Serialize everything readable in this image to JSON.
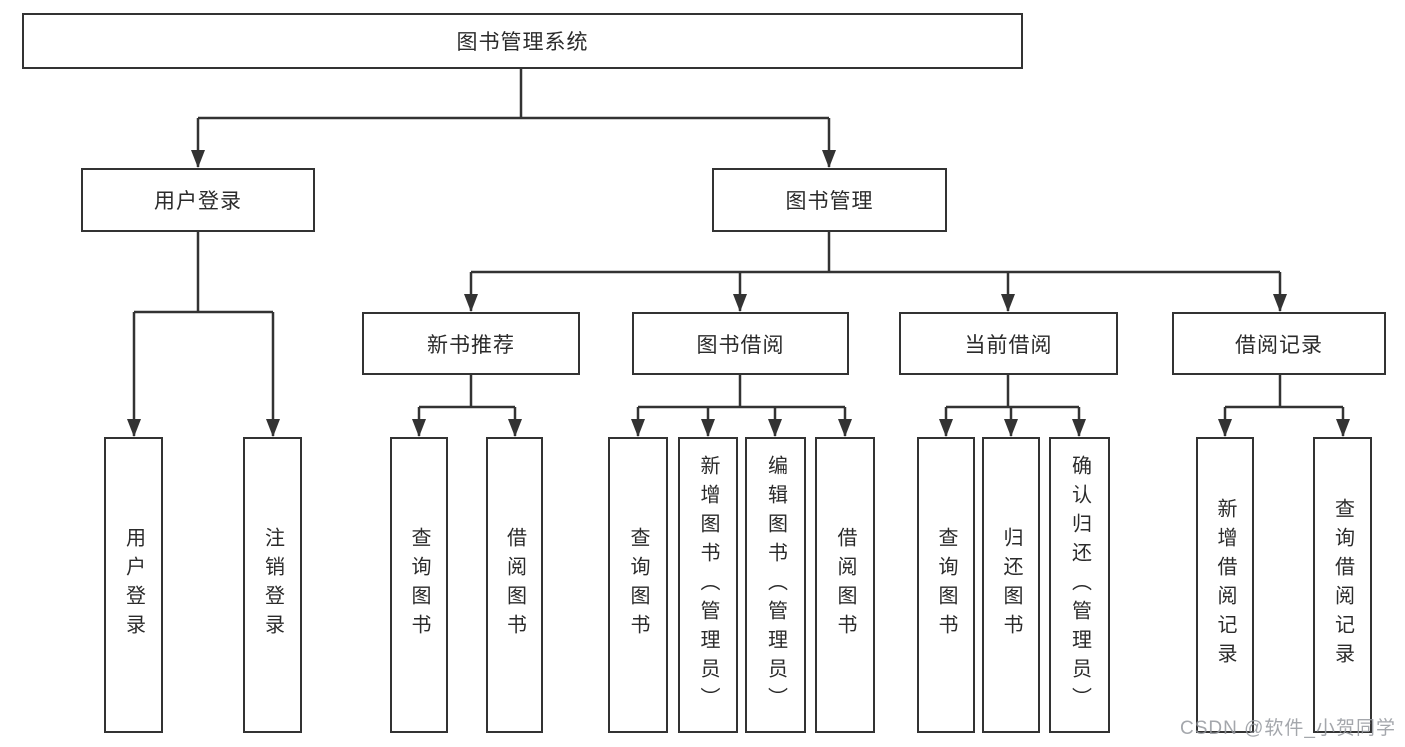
{
  "diagram": {
    "root_label": "图书管理系统",
    "level2": [
      "用户登录",
      "图书管理"
    ],
    "level3": [
      "新书推荐",
      "图书借阅",
      "当前借阅",
      "借阅记录"
    ],
    "leaves_login": [
      "用户登录",
      "注销登录"
    ],
    "leaves_recommend": [
      "查询图书",
      "借阅图书"
    ],
    "leaves_borrow": [
      "查询图书",
      "新增图书（管理员）",
      "编辑图书（管理员）",
      "借阅图书"
    ],
    "leaves_current": [
      "查询图书",
      "归还图书",
      "确认归还（管理员）"
    ],
    "leaves_records": [
      "新增借阅记录",
      "查询借阅记录"
    ]
  },
  "colors": {
    "line": "#333333",
    "text": "#2b2b2b",
    "background": "#ffffff",
    "watermark": "#94989e"
  },
  "watermark": "CSDN @软件_小贺同学"
}
